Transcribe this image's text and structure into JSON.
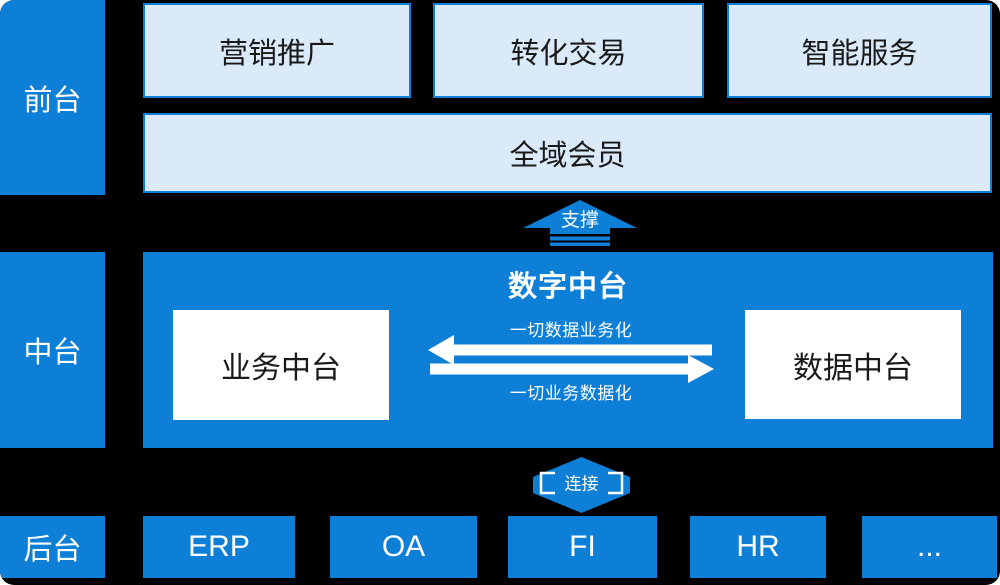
{
  "colors": {
    "blue": "#0e7fd6",
    "light_box_fill": "#daeaf8",
    "dark_text": "#1a1a1a",
    "canvas_bg": "#000000",
    "white": "#ffffff"
  },
  "front": {
    "label": "前台",
    "boxes": [
      "营销推广",
      "转化交易",
      "智能服务"
    ],
    "wide_box": "全域会员"
  },
  "support_arrow_label": "支撑",
  "middle": {
    "label": "中台",
    "title": "数字中台",
    "business_box": "业务中台",
    "data_box": "数据中台",
    "flow_top_label": "一切数据业务化",
    "flow_bottom_label": "一切业务数据化"
  },
  "connect_arrow_label": "连接",
  "back": {
    "label": "后台",
    "systems": [
      "ERP",
      "OA",
      "FI",
      "HR",
      "..."
    ]
  }
}
